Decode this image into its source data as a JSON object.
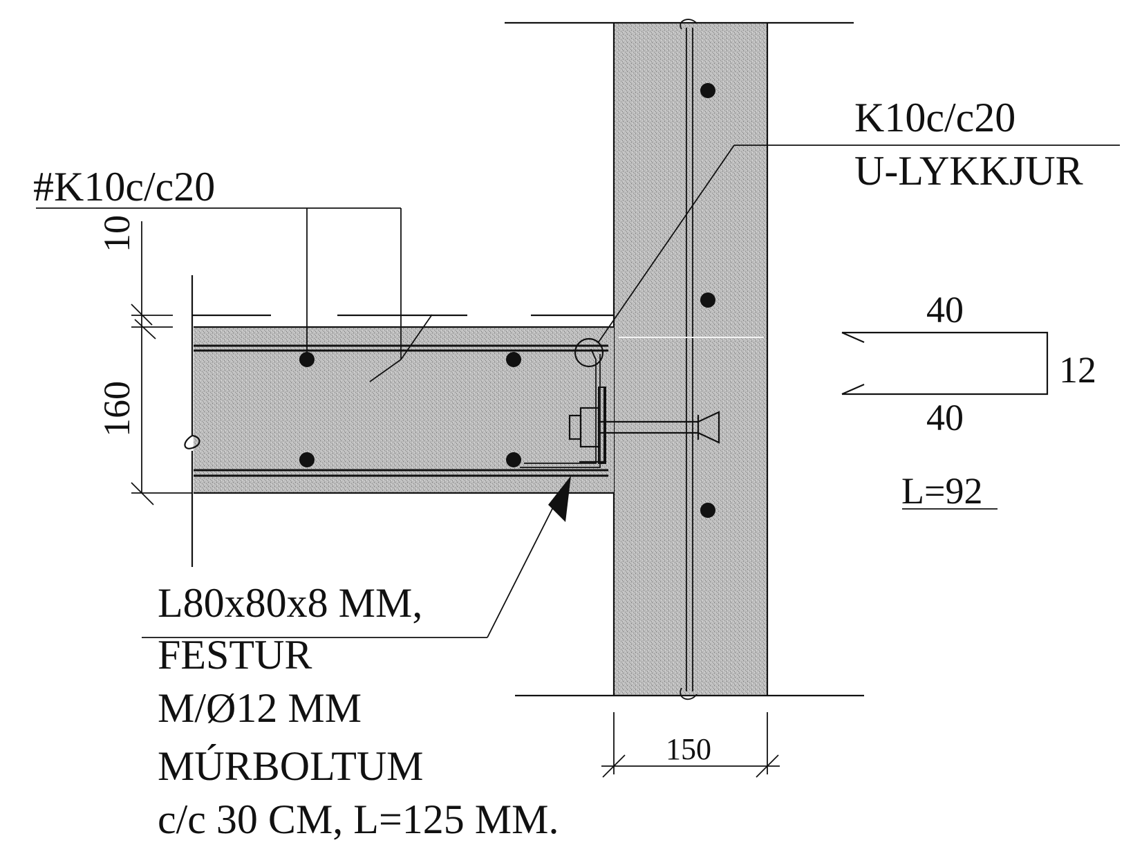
{
  "labels": {
    "slab_rebar": "#K10c/c20",
    "ubar_spec": "K10c/c20",
    "ubar_name": "U-LYKKJUR",
    "angle_line1": "L80x80x8 MM,",
    "angle_line2": "FESTUR",
    "angle_line3": "M/Ø12 MM",
    "angle_line4": "MÚRBOLTUM",
    "angle_line5": "c/c 30 CM, L=125 MM."
  },
  "dimensions": {
    "cover_top": "10",
    "slab_thickness": "160",
    "wall_thickness": "150",
    "ubar_leg_top": "40",
    "ubar_height": "12",
    "ubar_leg_bottom": "40",
    "ubar_length": "L=92"
  }
}
